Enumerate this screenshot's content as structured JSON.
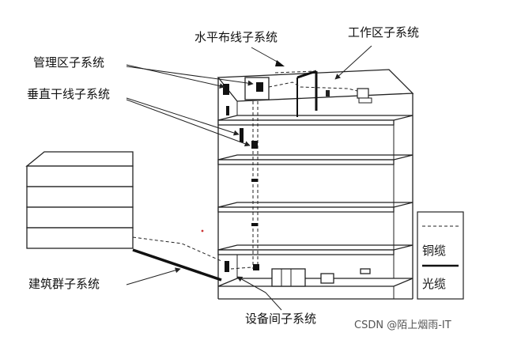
{
  "labels": {
    "horizontal": "水平布线子系统",
    "work_area": "工作区子系统",
    "admin": "管理区子系统",
    "backbone": "垂直干线子系统",
    "campus": "建筑群子系统",
    "equipment_room": "设备间子系统"
  },
  "legend": {
    "copper": "铜缆",
    "fiber": "光缆"
  },
  "watermark": "CSDN @陌上烟雨-IT"
}
